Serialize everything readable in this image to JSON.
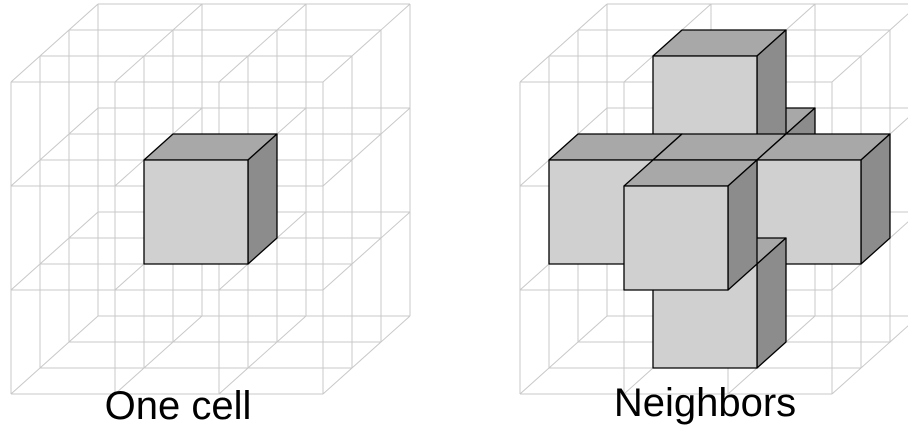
{
  "captions": {
    "left": "One cell",
    "right": "Neighbors"
  },
  "colors": {
    "front": "#d0d0d0",
    "top": "#a8a8a8",
    "side": "#8c8c8c",
    "grid": "#c8c8c8",
    "outline": "#000000"
  },
  "panels": [
    {
      "name": "one-cell-panel",
      "cubes": [
        [
          1,
          1,
          1
        ]
      ]
    },
    {
      "name": "neighbors-panel",
      "cubes": [
        [
          1,
          1,
          0
        ],
        [
          1,
          0,
          1
        ],
        [
          1,
          1,
          1
        ],
        [
          1,
          2,
          1
        ],
        [
          0,
          1,
          1
        ],
        [
          2,
          1,
          1
        ],
        [
          1,
          1,
          2
        ]
      ]
    }
  ]
}
